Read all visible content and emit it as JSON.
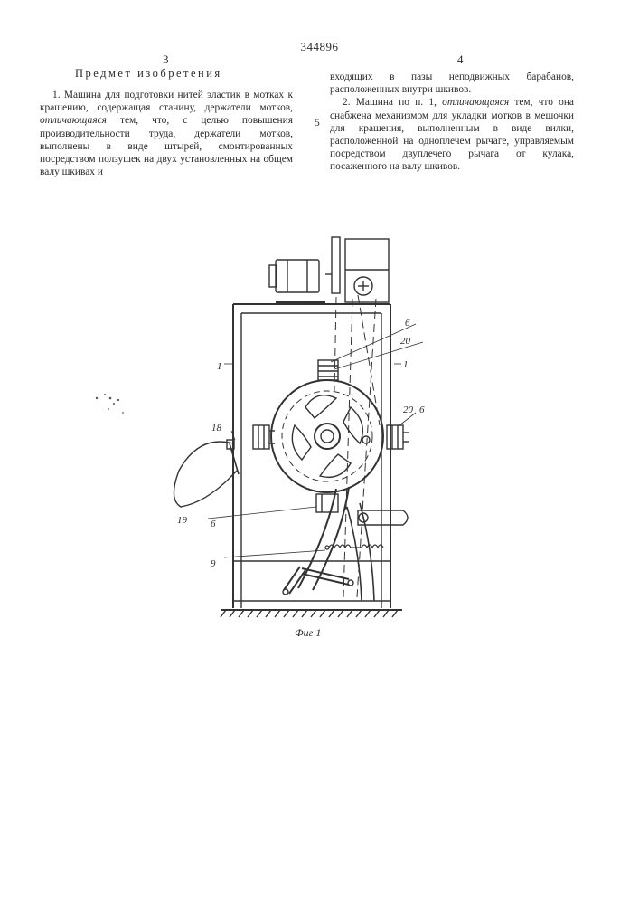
{
  "patent_number": "344896",
  "columns": {
    "left_number": "3",
    "right_number": "4",
    "line_marker": "5"
  },
  "heading": "Предмет изобретения",
  "claim1": {
    "start": "1. Машина для подготовки нитей эластик в мотках к крашению, содержащая станину, держатели мотков, ",
    "italic": "отличающаяся",
    "end": " тем, что, с целью повышения производительности труда, держатели мотков, выполнены в виде штырей, смонтированных посредством ползушек на двух установленных на общем валу шкивах и",
    "continuation": "входящих в пазы неподвижных барабанов, расположенных внутри шкивов."
  },
  "claim2": {
    "start": "2. Машина по п. 1, ",
    "italic": "отличающаяся",
    "end": " тем, что она снабжена механизмом для укладки мотков в мешочки для крашения, выполненным в виде вилки, расположенной на одноплечем рычаге, управляемым посредством двуплечего рычага от кулака, посаженного на валу шкивов."
  },
  "figure": {
    "caption": "Фиг 1",
    "labels": {
      "l6_top": "6",
      "l20_top": "20",
      "l1_left": "1",
      "l1_right": "1",
      "l20_right": "20",
      "l6_right": "6",
      "l18": "18",
      "l19": "19",
      "l6_bottom": "6",
      "l9": "9"
    }
  }
}
